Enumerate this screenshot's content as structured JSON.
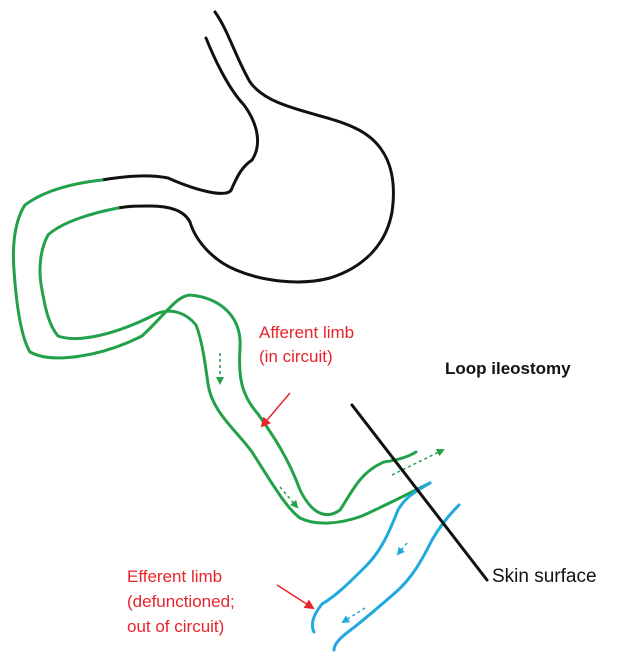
{
  "labels": {
    "afferent_line1": "Afferent limb",
    "afferent_line2": "(in circuit)",
    "title": "Loop ileostomy",
    "skin": "Skin surface",
    "efferent_line1": "Efferent limb",
    "efferent_line2": "(defunctioned;",
    "efferent_line3": "out of circuit)"
  },
  "colors": {
    "stomach": "#111111",
    "afferent": "#22a14a",
    "efferent": "#1fa9dc",
    "annotation": "#e8242b",
    "skin_line": "#111111"
  }
}
